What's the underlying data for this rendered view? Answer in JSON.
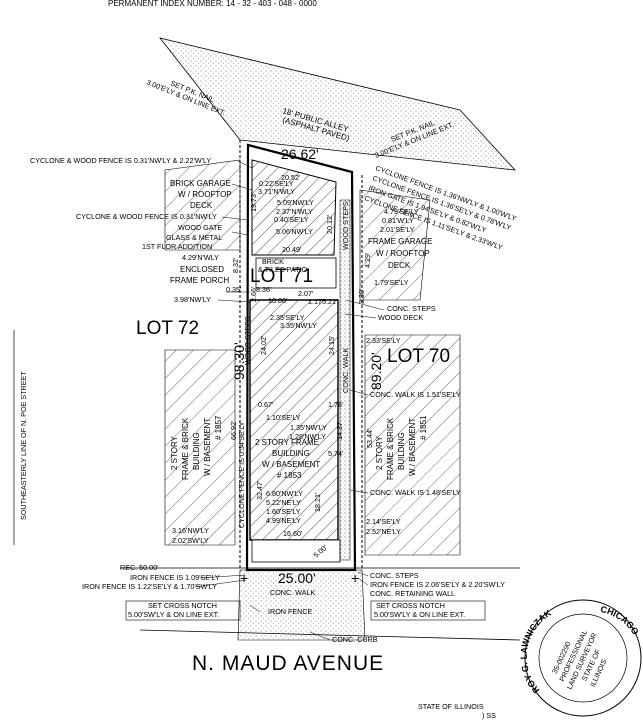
{
  "header": {
    "index_number": "PERMANENT INDEX NUMBER: 14 - 32 - 403 - 048 - 0000"
  },
  "lots": {
    "lot_72": "LOT 72",
    "lot_71": "LOT 71",
    "lot_70": "LOT 70"
  },
  "street": {
    "name": "N. MAUD AVENUE",
    "side_line": "SOUTHEASTERLY LINE OF N. POE STREET"
  },
  "alley": {
    "line1": "18' PUBLIC ALLEY",
    "line2": "(ASPHALT PAVED)"
  },
  "dimensions": {
    "top_width": "26.62'",
    "bottom_width": "25.00'",
    "left_depth": "98.30'",
    "right_depth": "89.20'",
    "rec": "REC. 50.00'"
  },
  "building": {
    "line1": "2 STORY FRAME",
    "line2": "BUILDING",
    "line3": "W / BASEMENT",
    "line4": "# 1853"
  },
  "neighbor_left": [
    "2 STORY",
    "FRAME & BRICK",
    "BUILDING",
    "W / BASEMENT",
    "# 1857"
  ],
  "neighbor_right": [
    "2 STORY",
    "FRAME & BRICK",
    "BUILDING",
    "W / BASEMENT",
    "# 1851"
  ],
  "annotations": {
    "pk_nail_top": [
      "SET P.K. NAIL",
      "3.00'E'LY & ON LINE EXT."
    ],
    "pk_nail_right": [
      "SET P.K. NAIL",
      "3.00'E'LY & ON LINE EXT."
    ],
    "fence_left_top": "CYCLONE & WOOD FENCE IS 0.31'NW'LY & 2.22'W'LY",
    "fence_right_1": "CYCLONE FENCE IS 1.36'NW'LY & 1.00'W'LY",
    "fence_right_2": "CYCLONE FENCE IS 1.36'SE'LY & 0.78'W'LY",
    "iron_gate": "IRON GATE IS 1.94'SE'LY & 0.82'W'LY",
    "fence_right_3": "CYCLONE FENCE IS 1.11'SE'LY & 2.33'W'LY",
    "brick_garage": [
      "BRICK GARAGE",
      "W / ROOFTOP",
      "DECK"
    ],
    "fence_left_mid": "CYCLONE & WOOD FENCE IS 0.31'NW'LY",
    "wood_gate": [
      "WOOD GATE",
      "GLASS & METAL",
      "1ST FLOR ADDITION"
    ],
    "enclosed_porch": [
      "4.29'N'WLY",
      "ENCLOSED",
      "FRAME PORCH"
    ],
    "frame_garage": [
      "FRAME GARAGE",
      "W / ROOFTOP",
      "DECK"
    ],
    "brick_patio": [
      "BRICK",
      "& TILES PATIO"
    ],
    "conc_steps_top": "CONC. STEPS",
    "wood_deck": "WOOD DECK",
    "conc_walk_side": "CONC. WALK IS 1.51'SE'LY",
    "conc_walk_side2": "CONC. WALK IS 1.48'SE'LY",
    "cyclone_left_vert": "CYCLONE FENCE IS 0.54'SE'LY",
    "wood_steps": "WOOD STEPS",
    "conc_walk_vert": "CONC. WALK",
    "wood_steps_right": "WOOD STEPS",
    "iron_fence_1": "IRON FENCE IS 1.09'SE'LY",
    "iron_fence_2": "IRON FENCE IS 1.22'SE'LY & 1.70'SW'LY",
    "conc_steps_bottom": "CONC. STEPS",
    "iron_fence_right": "IRON FENCE IS 2.06'SE'LY & 2.20'SW'LY",
    "conc_retaining": "CONC. RETAINING WALL",
    "conc_walk_bottom": "CONC. WALK",
    "cross_notch_left": [
      "SET CROSS NOTCH",
      "5.00'SW'LY & ON LINE EXT."
    ],
    "cross_notch_right": [
      "SET CROSS NOTCH",
      "5.00'SW'LY & ON LINE EXT."
    ],
    "iron_fence_bottom": "IRON FENCE",
    "conc_curb": "CONC. CURB",
    "state": "STATE OF ILLINOIS",
    "ss": ") SS"
  },
  "small_dims": {
    "d1": "20.52'",
    "d2": "0.22'SE'LY",
    "d3": "3.71'N'WLY",
    "d4": "5.09'NW'LY",
    "d5": "2.37'N'WLY",
    "d6": "0.40'SE'LY",
    "d7": "5.06'NW'LY",
    "d8": "20.49'",
    "d9": "19.73'",
    "d10": "20.12'",
    "d11": "8.32'",
    "d12": "8.36'",
    "d13": "0.35'",
    "d14": "3.98'NW'LY",
    "d15": "2.66'",
    "d16": "10.06'",
    "d17": "2.07'",
    "d18": "1.17'",
    "d19": "5.21'",
    "d20": "2.35'SE'LY",
    "d21": "3.35'NW'LY",
    "d22": "24.02'",
    "d23": "24.15'",
    "d24": "4.79'SE'LY",
    "d25": "0.81'W'LY",
    "d26": "2.01'SE'LY",
    "d27": "4.29'",
    "d28": "1.79'SE'LY",
    "d29": "2.33'SE'LY",
    "d30": "0.67'",
    "d31": "1.76'",
    "d32": "1.10'SE'LY",
    "d33": "1.35'NW'LY",
    "d34": "1.28'NW'LY",
    "d35": "14.37'",
    "d36": "53.44'",
    "d37": "66.92'",
    "d38": "5.74'",
    "d39": "32.47'",
    "d40": "6.80'NW'LY",
    "d41": "5.22'NE'LY",
    "d42": "1.60'SE'LY",
    "d43": "4.99'NE'LY",
    "d44": "18.21'",
    "d45": "16.60'",
    "d46": "3.16'NW'LY",
    "d47": "2.02'SW'LY",
    "d48": "2.14'SE'LY",
    "d49": "2.52'NE'LY",
    "d50": "5.00'",
    "d51": "3.30'"
  },
  "seal": {
    "ring_top": "ROY G. LAWNICZAK",
    "ring_right": "CHICAGO",
    "center": [
      "35-002290",
      "PROFESSIONAL",
      "LAND SURVEYOR",
      "STATE OF",
      "ILLINOIS"
    ]
  }
}
